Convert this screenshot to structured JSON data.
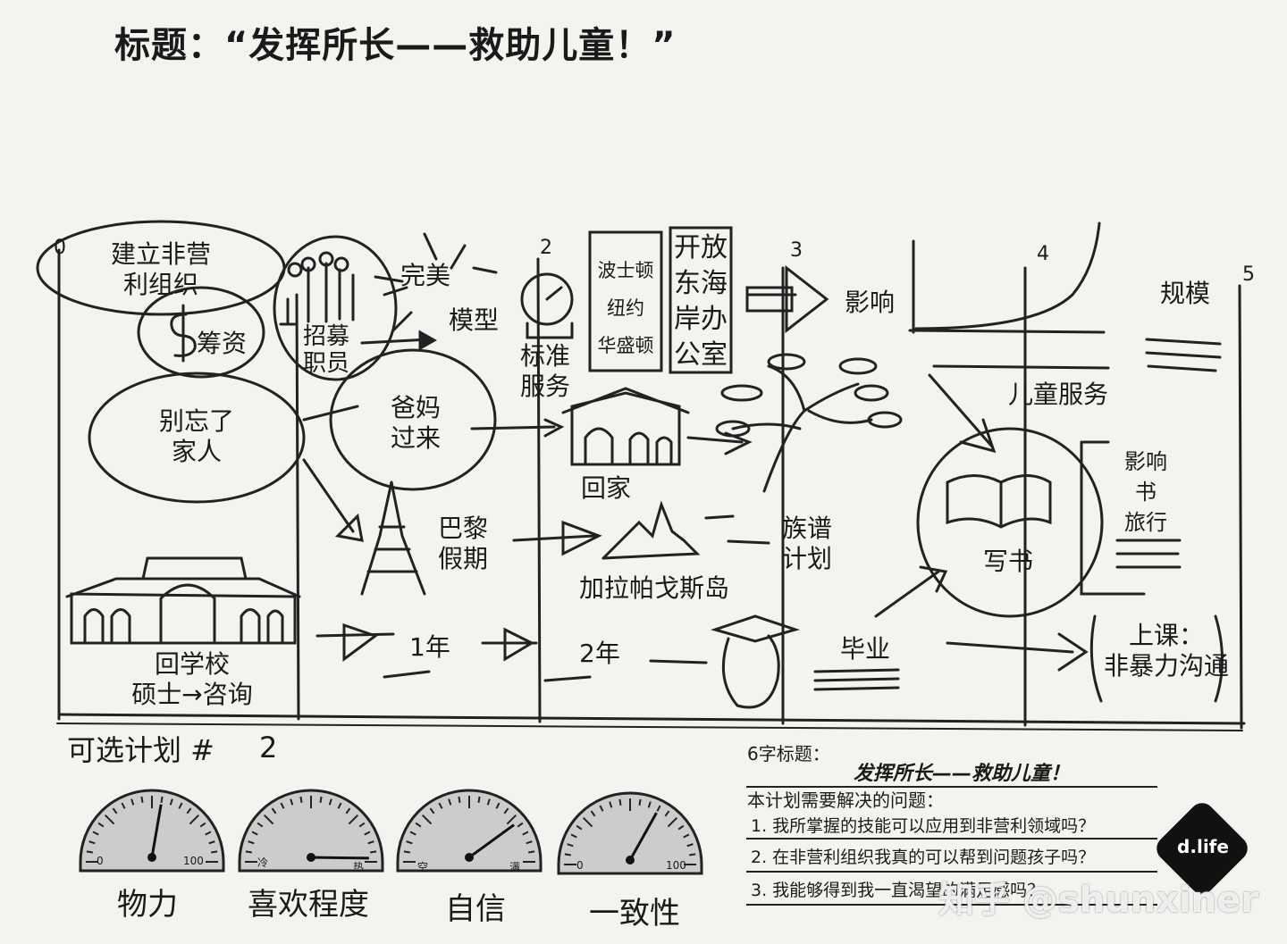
{
  "title": "标题：“发挥所长——救助儿童！”",
  "timeline": {
    "ticks": [
      "0",
      "2",
      "3",
      "4",
      "5"
    ],
    "labels": {
      "nonprofit": [
        "建立非营",
        "利组织"
      ],
      "fundraise": "筹资",
      "recruit": [
        "招募",
        "职员"
      ],
      "perfect_model": [
        "完美",
        "模型"
      ],
      "standard_service": [
        "标准",
        "服务"
      ],
      "cities": [
        "波士顿",
        "纽约",
        "华盛顿"
      ],
      "east_coast_office": [
        "开放",
        "东海",
        "岸办",
        "公室"
      ],
      "impact": "影响",
      "scale": "规模",
      "family": [
        "别忘了",
        "家人"
      ],
      "parents": [
        "爸妈",
        "过来"
      ],
      "go_home": "回家",
      "child_services": "儿童服务",
      "paris": [
        "巴黎",
        "假期"
      ],
      "galapagos": "加拉帕戈斯岛",
      "genealogy": [
        "族谱",
        "计划"
      ],
      "write_book": "写书",
      "book_impact": [
        "影响",
        "书",
        "旅行"
      ],
      "school": [
        "回学校",
        "硕士→咨询"
      ],
      "year1": "1年",
      "year2": "2年",
      "graduate": "毕业",
      "class": [
        "上课：",
        "非暴力沟通"
      ]
    }
  },
  "plan": {
    "label": "可选计划 #",
    "number": "2"
  },
  "gauges": [
    {
      "label": "物力",
      "left": "0",
      "right": "100",
      "level": 0.55
    },
    {
      "label": "喜欢程度",
      "left": "冷",
      "right": "热",
      "level": 0.98
    },
    {
      "label": "自信",
      "left": "空",
      "right": "满",
      "level": 0.78
    },
    {
      "label": "一致性",
      "left": "0",
      "right": "100",
      "level": 0.65
    }
  ],
  "six_word_title": {
    "label": "6字标题：",
    "value": "发挥所长——救助儿童！"
  },
  "questions": {
    "header": "本计划需要解决的问题：",
    "items": [
      "1. 我所掌握的技能可以应用到非营利领域吗？",
      "2. 在非营利组织我真的可以帮到问题孩子吗？",
      "3. 我能够得到我一直渴望的满足感吗？"
    ]
  },
  "watermark": {
    "badge": "d.life",
    "text": "知乎 @shunxiner"
  }
}
